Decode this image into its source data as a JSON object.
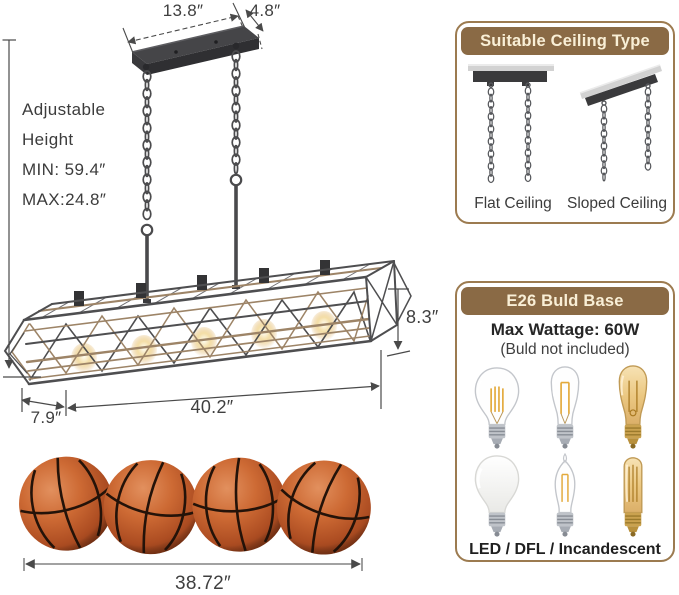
{
  "dimensions": {
    "canopy_width": "13.8″",
    "canopy_depth": "4.8″",
    "adjustable_height_lines": [
      "Adjustable",
      "Height",
      "MIN: 59.4″",
      "MAX:24.8″"
    ],
    "fixture_height": "8.3″",
    "fixture_depth": "7.9″",
    "fixture_length": "40.2″",
    "basketball_row_width": "38.72″"
  },
  "ceiling_panel": {
    "title": "Suitable Ceiling Type",
    "flat_label": "Flat Ceiling",
    "sloped_label": "Sloped Ceiling"
  },
  "bulb_panel": {
    "title": "E26 Buld Base",
    "max_wattage": "Max Wattage: 60W",
    "note": "(Buld not included)",
    "footer": "LED / DFL / Incandescent",
    "bulbs": [
      "clear-a19-filament-bulb-icon",
      "clear-st64-edison-bulb-icon",
      "amber-st64-edison-bulb-icon",
      "frosted-a19-bulb-icon",
      "clear-candle-filament-bulb-icon",
      "amber-t45-tube-bulb-icon"
    ]
  },
  "reference": {
    "object": "basketball-icon",
    "count": 4
  },
  "colors": {
    "panel_brown": "#8a6a45",
    "panel_border": "#9c7b50",
    "header_text": "#f9efd6",
    "metal_dark": "#4b4b4d",
    "wood_tone": "#9d8467",
    "basketball_orange": "#c05a2c",
    "dimension_text": "#3f3f3f"
  }
}
